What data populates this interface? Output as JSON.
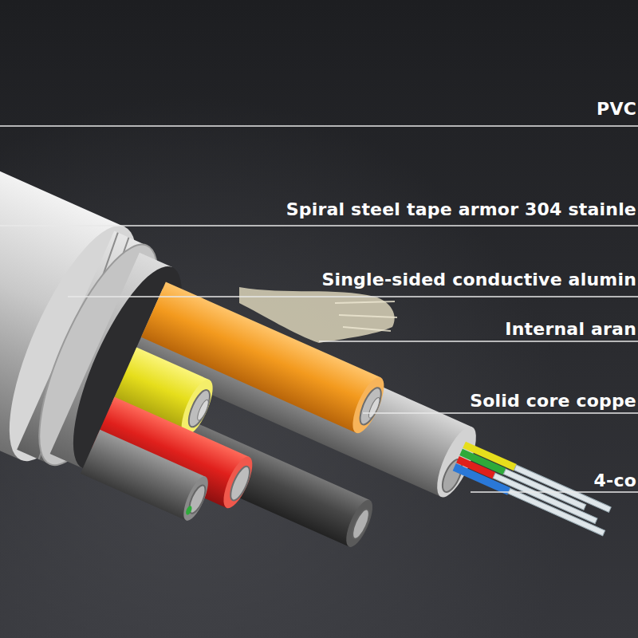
{
  "diagram": {
    "labels": [
      "PVC",
      "Spiral steel tape armor 304 stainle",
      "Single-sided conductive alumin",
      "Internal aran",
      "Solid core coppe",
      "4-co"
    ]
  }
}
